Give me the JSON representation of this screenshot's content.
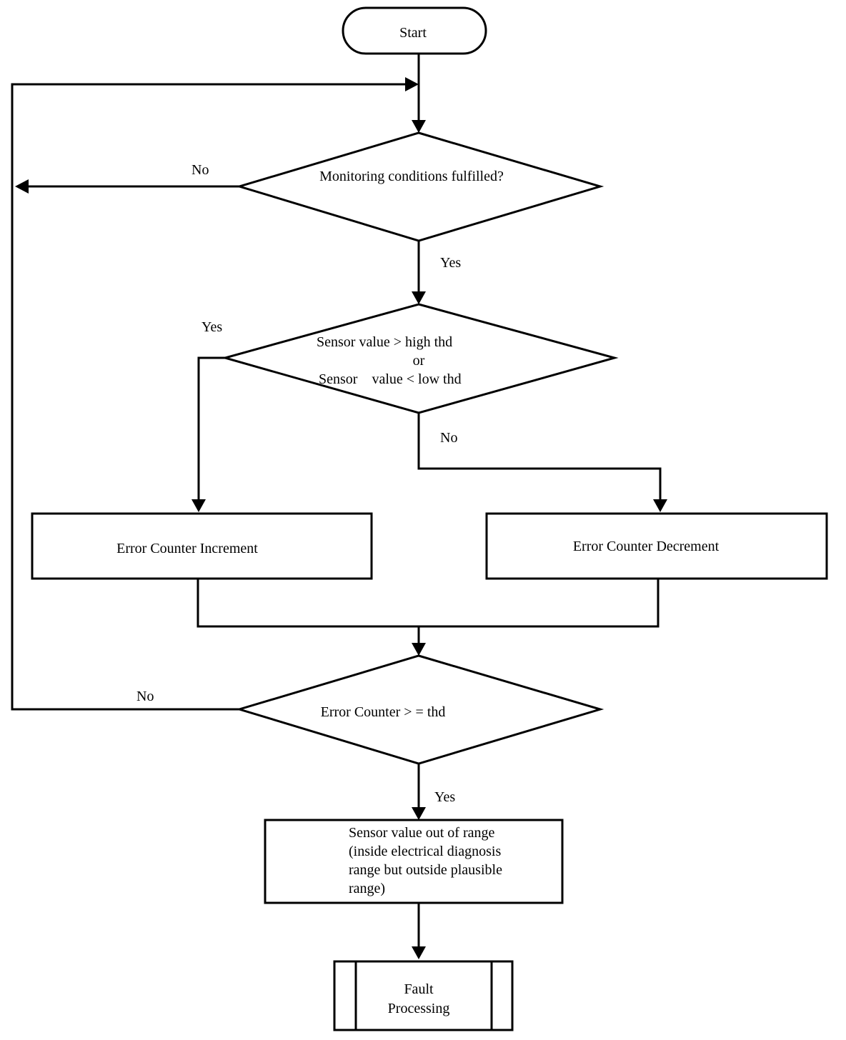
{
  "flowchart": {
    "start": "Start",
    "decision_monitoring": "Monitoring  conditions fulfilled?",
    "decision_monitoring_no": "No",
    "decision_monitoring_yes": "Yes",
    "decision_threshold": {
      "line1": "Sensor value > high thd",
      "line2": "or",
      "line3": "Sensor    value < low thd"
    },
    "decision_threshold_yes": "Yes",
    "decision_threshold_no": "No",
    "increment": "Error Counter Increment",
    "decrement": "Error Counter Decrement",
    "decision_counter": "Error Counter > = thd",
    "decision_counter_no": "No",
    "decision_counter_yes": "Yes",
    "out_of_range": {
      "line1": "Sensor value out of range",
      "line2": "(inside electrical diagnosis",
      "line3": "range but outside plausible",
      "line4": "range)"
    },
    "fault": {
      "line1": "Fault",
      "line2": "Processing"
    }
  }
}
